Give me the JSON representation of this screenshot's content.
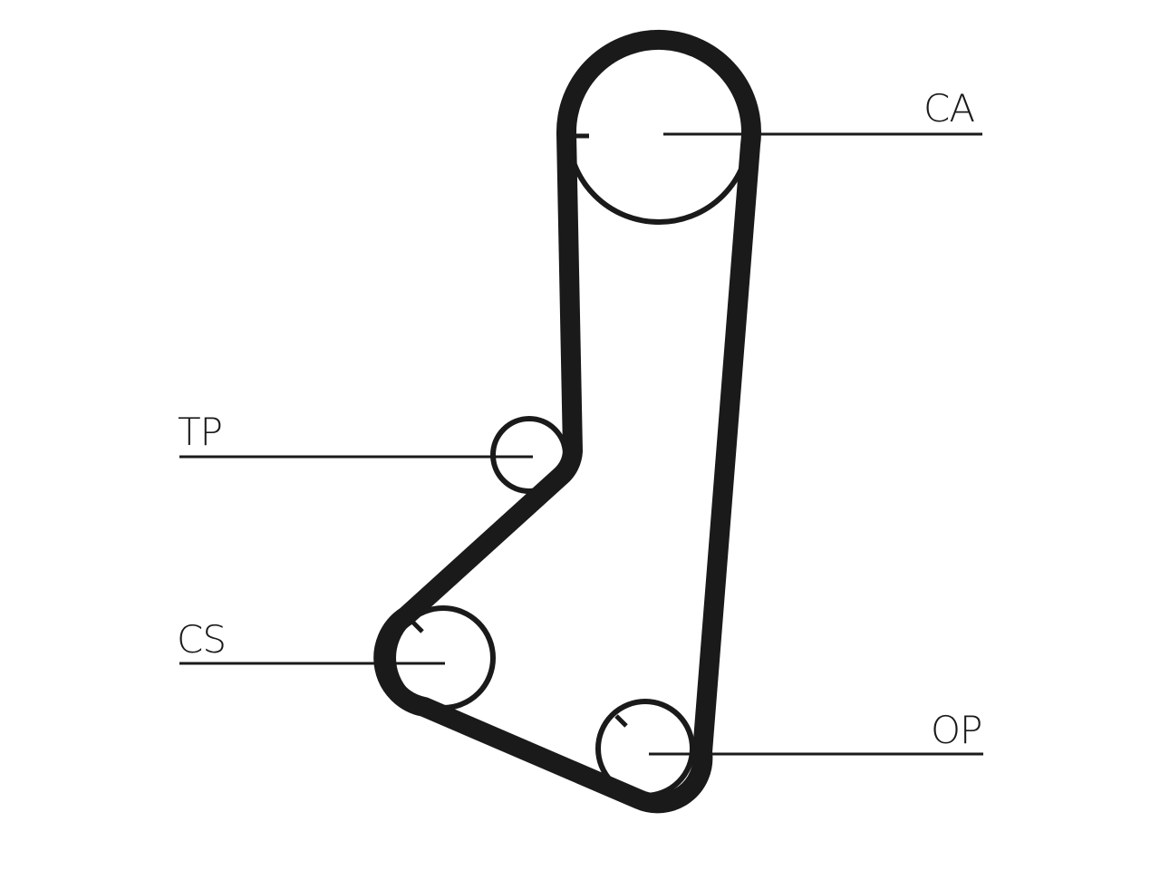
{
  "labels": {
    "camshaft": "CA",
    "tensioner": "TP",
    "crankshaft": "CS",
    "oil_pump": "OP"
  },
  "colors": {
    "belt": "#1a1a1a",
    "pulley": "#1a1a1a",
    "leader": "#1a1a1a",
    "background": "#ffffff"
  }
}
